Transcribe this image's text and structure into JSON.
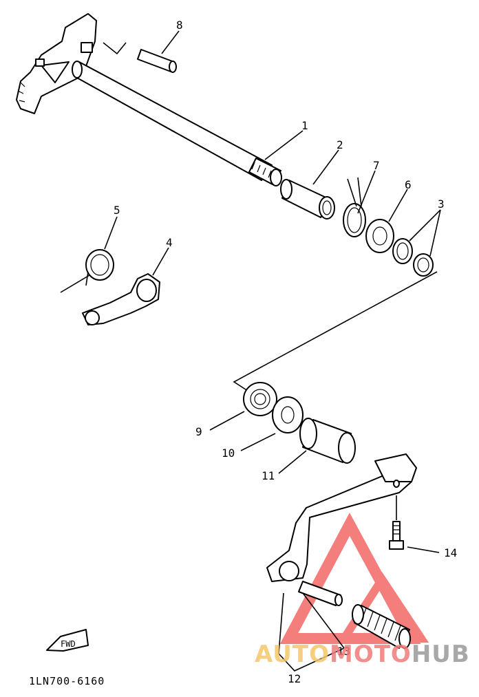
{
  "diagram": {
    "callouts": [
      "1",
      "2",
      "3",
      "4",
      "5",
      "6",
      "7",
      "8",
      "9",
      "10",
      "11",
      "12",
      "13",
      "14"
    ],
    "forward_marker": "FWD",
    "part_code": "1LN700-6160"
  },
  "watermark": {
    "word_part1": "AUTO",
    "word_part2": "MOTO",
    "word_part3": "HUB",
    "color_part1": "#f5c66a",
    "color_part2": "#f07a7a",
    "color_part3": "#999999",
    "logo_color": "#ef5350"
  }
}
